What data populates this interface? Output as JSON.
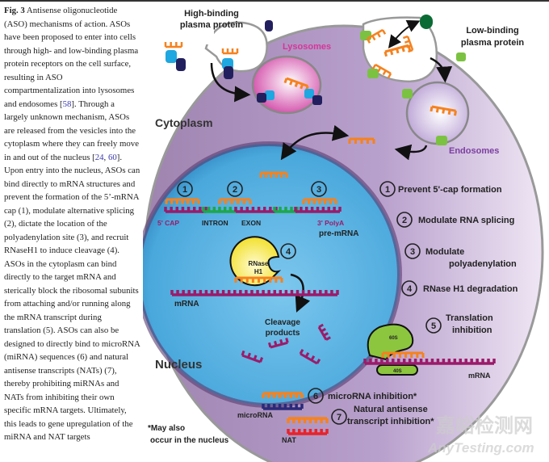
{
  "caption": {
    "fig_label": "Fig. 3",
    "text_1": " Antisense oligonucleotide (ASO) mechanisms of action. ASOs have been proposed to enter into cells through high- and low-binding plasma protein receptors on the cell surface, resulting in ASO compartmentalization into lysosomes and endosomes ",
    "ref_open_1": "[",
    "ref_58": "58",
    "ref_close_1": "]",
    "text_2": ". Through a largely unknown mechanism, ASOs are released from the vesicles into the cytoplasm where they can freely move in and out of the nucleus [",
    "ref_24": "24",
    "ref_sep": ", ",
    "ref_60": "60",
    "text_3": "]. Upon entry into the nucleus, ASOs can bind directly to mRNA structures and prevent the formation of the 5’-mRNA cap (1), modulate alternative splicing (2), dictate the location of the polyadenylation site (3), and recruit RNaseH1 to induce cleavage (4). ASOs in the cytoplasm can bind directly to the target mRNA and sterically block the ribosomal subunits from attaching and/or running along the mRNA transcript during translation (5). ASOs can also be designed to directly bind to microRNA (miRNA) sequences (6) and natural antisense transcripts (NATs) (7), thereby prohibiting miRNAs and NATs from inhibiting their own specific mRNA targets. Ultimately, this leads to gene upregulation of the miRNA and NAT targets"
  },
  "figure": {
    "high_binding": [
      "High-binding",
      "plasma protein"
    ],
    "low_binding": [
      "Low-binding",
      "plasma protein"
    ],
    "lysosomes": "Lysosomes",
    "endosomes": "Endosomes",
    "cytoplasm": "Cytoplasm",
    "nucleus": "Nucleus",
    "premrna": {
      "cap": "5' CAP",
      "intron": "INTRON",
      "exon": "EXON",
      "polya": "3' PolyA",
      "label": "pre-mRNA"
    },
    "rnase": [
      "RNase",
      "H1"
    ],
    "mrna": "mRNA",
    "cleavage": [
      "Cleavage",
      "products"
    ],
    "ribosome": {
      "large": "60S",
      "small": "40S",
      "mrna": "mRNA"
    },
    "microrna_label": "microRNA",
    "nat_label": "NAT",
    "footnote": [
      "*May also",
      "occur in the nucleus"
    ],
    "mechanisms": [
      {
        "num": "1",
        "lines": [
          "Prevent 5'-cap formation"
        ]
      },
      {
        "num": "2",
        "lines": [
          "Modulate RNA splicing"
        ]
      },
      {
        "num": "3",
        "lines": [
          "Modulate",
          "polyadenylation"
        ]
      },
      {
        "num": "4",
        "lines": [
          "RNase H1 degradation"
        ]
      },
      {
        "num": "5",
        "lines": [
          "Translation",
          "inhibition"
        ]
      },
      {
        "num": "6",
        "lines": [
          "microRNA inhibition*"
        ]
      },
      {
        "num": "7",
        "lines": [
          "Natural antisense",
          "transcript inhibition*"
        ]
      }
    ],
    "watermark": [
      "嘉峪检测网",
      "AnyTesting.com"
    ],
    "colors": {
      "aso": "#f5821f",
      "rna": "#9b1b6a",
      "intron": "#1fa64a",
      "cytoplasm": "#b59ac8",
      "nucleus": "#5bb3e3",
      "lysosome": "#d24aa8",
      "endosome": "#c9b3dc",
      "rnase": "#f7e84a",
      "ribosome": "#8cc63f",
      "microrna": "#2b2a7a",
      "nat": "#e8232a",
      "high_binding_protein": "#1ea7e0",
      "receptor_high": "#221f5e",
      "receptor_low": "#7cc242",
      "low_binding_protein": "#0b6b34"
    }
  }
}
